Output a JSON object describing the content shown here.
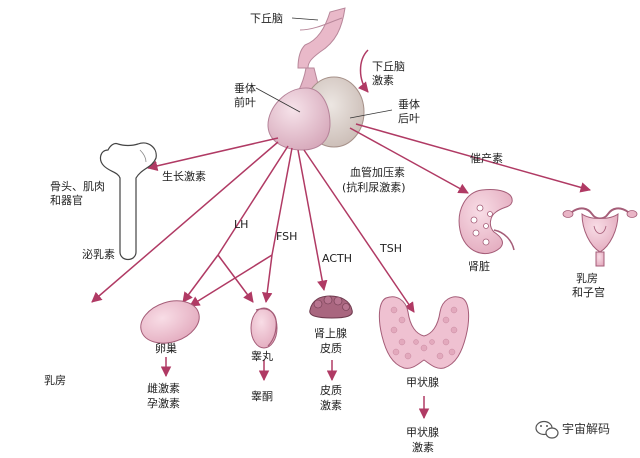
{
  "colors": {
    "arrow": "#b03a64",
    "gland": "#e8c7d4",
    "gland_dark": "#c99aae",
    "organ": "#f2c9d6",
    "bone": "#ffffff",
    "thyroid": "#efc1d1",
    "adrenal": "#a9667f"
  },
  "labels": {
    "hypothalamus": "下丘脑",
    "hypothalamic_hormone_1": "下丘脑",
    "hypothalamic_hormone_2": "激素",
    "anterior_1": "垂体",
    "anterior_2": "前叶",
    "posterior_1": "垂体",
    "posterior_2": "后叶",
    "growth_hormone": "生长激素",
    "bone_1": "骨头、肌肉",
    "bone_2": "和器官",
    "adh_1": "血管加压素",
    "adh_2": "(抗利尿激素)",
    "kidney": "肾脏",
    "oxytocin": "催产素",
    "uterus_1": "乳房",
    "uterus_2": "和子宫",
    "prolactin": "泌乳素",
    "breast": "乳房",
    "lh": "LH",
    "fsh": "FSH",
    "acth": "ACTH",
    "tsh": "TSH",
    "ovary": "卵巢",
    "ovary_out_1": "雌激素",
    "ovary_out_2": "孕激素",
    "testis": "睾丸",
    "testis_out": "睾酮",
    "adrenal_1": "肾上腺",
    "adrenal_2": "皮质",
    "adrenal_out_1": "皮质",
    "adrenal_out_2": "激素",
    "thyroid": "甲状腺",
    "thyroid_out_1": "甲状腺",
    "thyroid_out_2": "激素"
  },
  "watermark": {
    "text": "宇宙解码",
    "icon": "wechat-icon"
  }
}
